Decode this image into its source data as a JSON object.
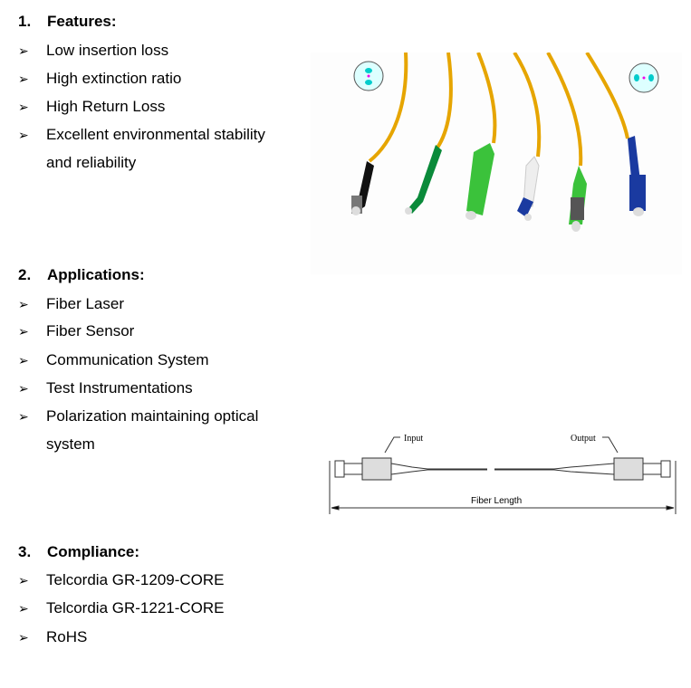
{
  "sections": [
    {
      "number": "1.",
      "title": "Features:",
      "items": [
        "Low insertion loss",
        "High extinction ratio",
        "High Return Loss",
        "Excellent environmental stability",
        "and reliability"
      ]
    },
    {
      "number": "2.",
      "title": "Applications:",
      "items": [
        "Fiber Laser",
        "Fiber Sensor",
        "Communication System",
        "Test Instrumentations",
        "Polarization maintaining optical",
        "system"
      ]
    },
    {
      "number": "3.",
      "title": "Compliance:",
      "items": [
        "Telcordia GR-1209-CORE",
        "Telcordia GR-1221-CORE",
        "RoHS"
      ]
    }
  ],
  "bullet": "➢",
  "diagram": {
    "input_label": "Input",
    "output_label": "Output",
    "length_label": "Fiber Length"
  }
}
